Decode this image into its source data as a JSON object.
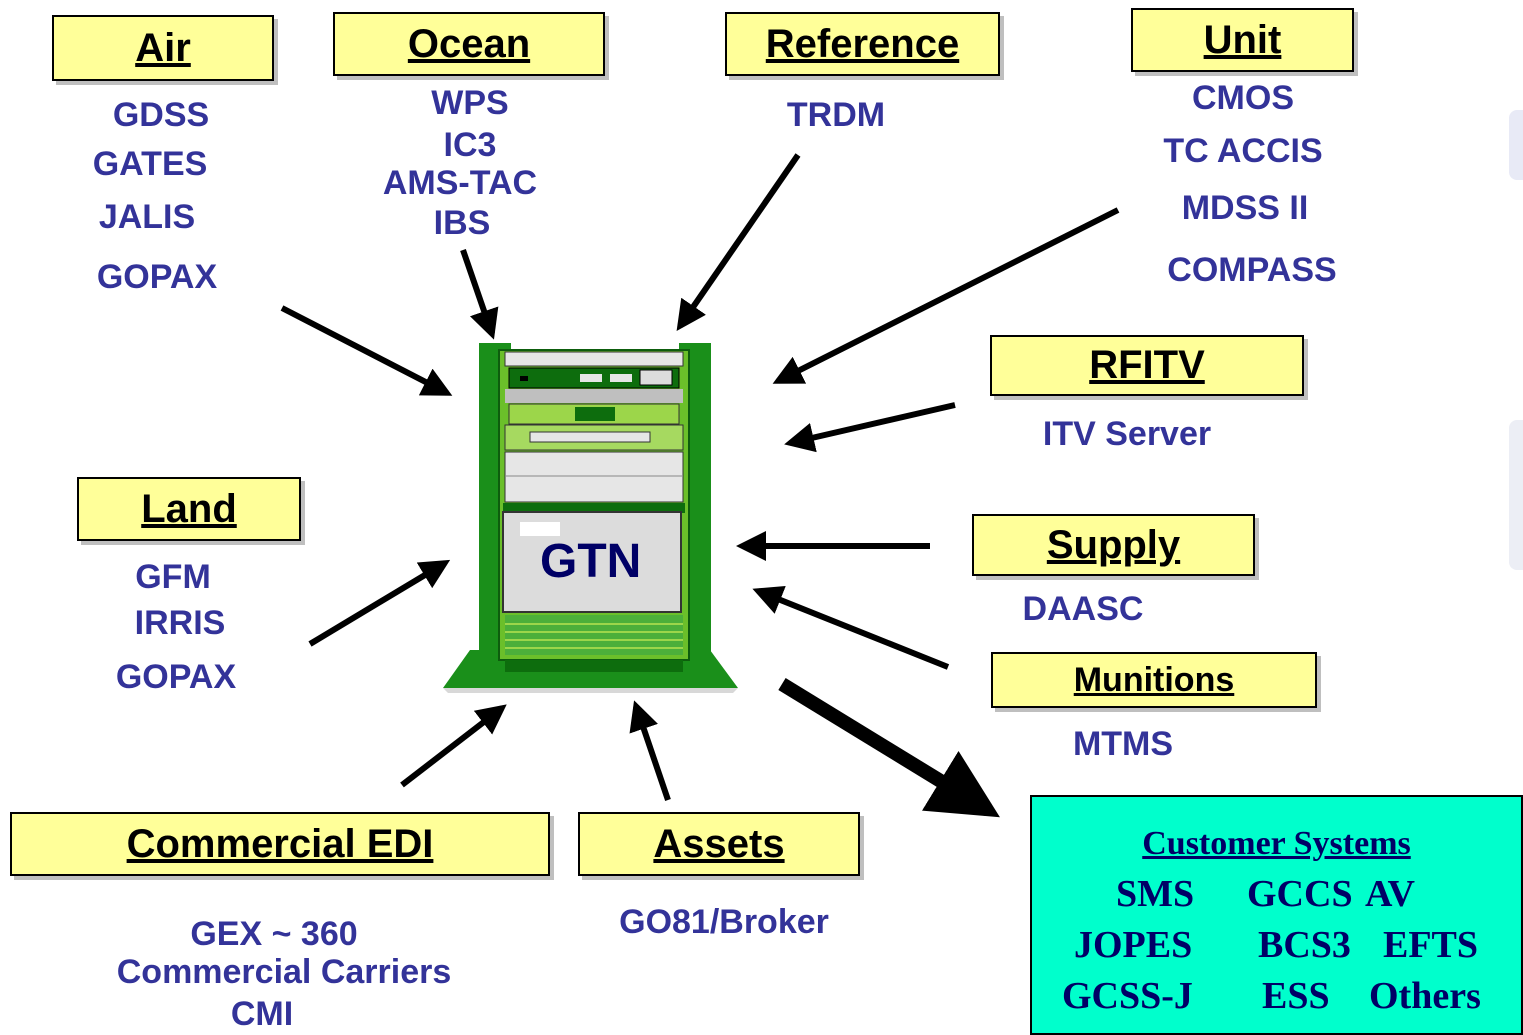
{
  "center": {
    "label": "GTN"
  },
  "boxes": {
    "air": "Air",
    "ocean": "Ocean",
    "reference": "Reference",
    "unit": "Unit",
    "rfitv": "RFITV",
    "land": "Land",
    "supply": "Supply",
    "munitions": "Munitions",
    "commercial_edi": "Commercial EDI",
    "assets": "Assets"
  },
  "systems": {
    "air": [
      "GDSS",
      "GATES",
      "JALIS",
      "GOPAX"
    ],
    "ocean": [
      "WPS",
      "IC3",
      "AMS-TAC",
      "IBS"
    ],
    "reference": [
      "TRDM"
    ],
    "unit": [
      "CMOS",
      "TC ACCIS",
      "MDSS II",
      "COMPASS"
    ],
    "rfitv": [
      "ITV Server"
    ],
    "land": [
      "GFM",
      "IRRIS",
      "GOPAX"
    ],
    "supply": [
      "DAASC"
    ],
    "munitions": [
      "MTMS"
    ],
    "commercial_edi": [
      "GEX ~ 360",
      "Commercial Carriers",
      "CMI"
    ],
    "assets": [
      "GO81/Broker"
    ]
  },
  "customer": {
    "title": "Customer Systems",
    "rows": [
      [
        "SMS",
        "GCCS",
        "AV"
      ],
      [
        "JOPES",
        "BCS3",
        "EFTS"
      ],
      [
        "GCSS-J",
        "ESS",
        "Others"
      ]
    ]
  },
  "colors": {
    "box_fill": "#ffff99",
    "label_text": "#333399",
    "server_green": "#1a8f1a",
    "customer_fill": "#00ffcc"
  }
}
